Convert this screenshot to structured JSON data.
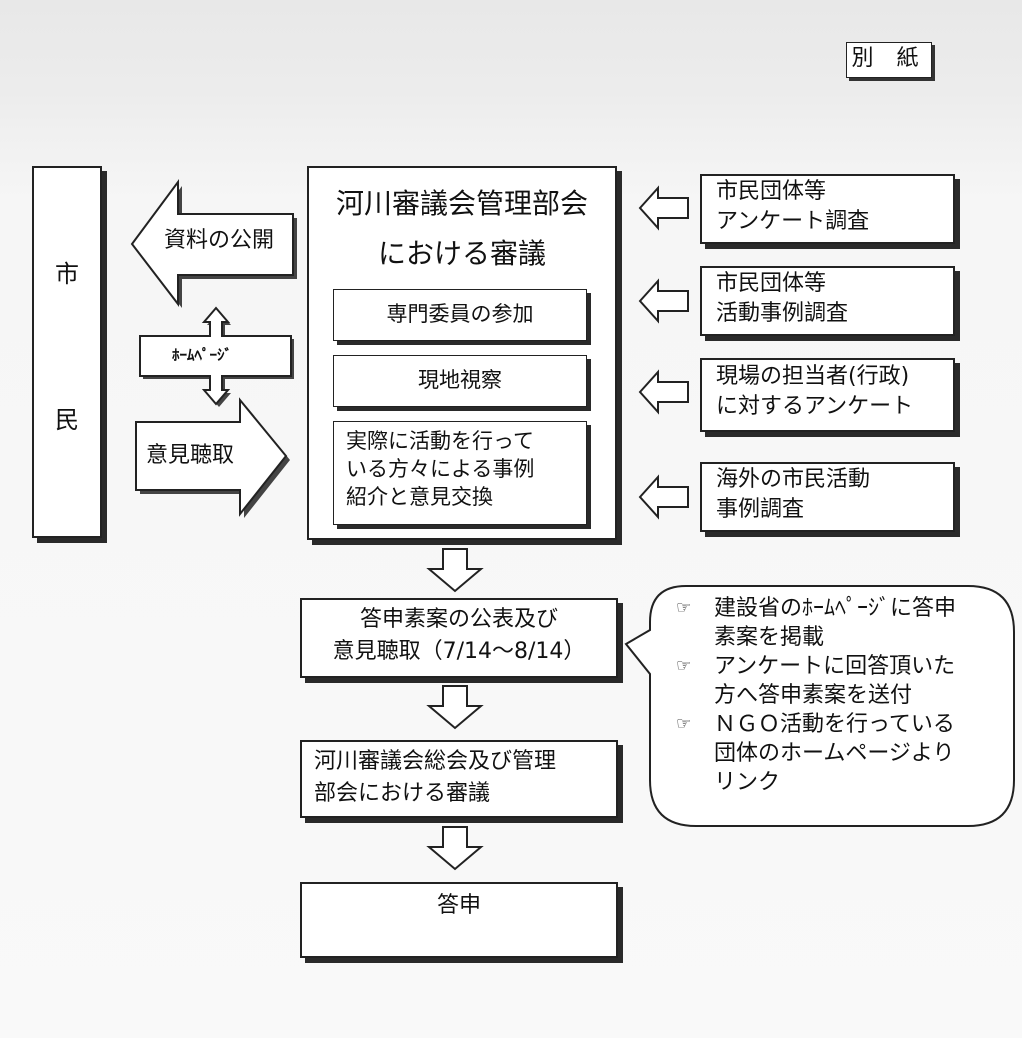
{
  "header": {
    "appendix_label": "別 紙"
  },
  "citizen": {
    "char1": "市",
    "char2": "民"
  },
  "left_arrows": {
    "disclosure": "資料の公開",
    "homepage": "ﾎｰﾑﾍﾟｰｼﾞ",
    "hearing": "意見聴取"
  },
  "council": {
    "title_line1": "河川審議会管理部会",
    "title_line2": "における審議",
    "item1": "専門委員の参加",
    "item2": "現地視察",
    "item3_lines": [
      "実際に活動を行って",
      "いる方々による事例",
      "紹介と意見交換"
    ]
  },
  "surveys": [
    {
      "lines": [
        "市民団体等",
        "アンケート調査"
      ]
    },
    {
      "lines": [
        "市民団体等",
        "活動事例調査"
      ]
    },
    {
      "lines": [
        "現場の担当者(行政)",
        "に対するアンケート"
      ]
    },
    {
      "lines": [
        "海外の市民活動",
        "事例調査"
      ]
    }
  ],
  "flow": {
    "draft_lines": [
      "答申素案の公表及び",
      "意見聴取（7/14〜8/14）"
    ],
    "general_lines": [
      "河川審議会総会及び管理",
      "部会における審議"
    ],
    "final": "答申"
  },
  "callout": {
    "bullet_symbol": "☞",
    "items": [
      {
        "lines": [
          "建設省のﾎｰﾑﾍﾟｰｼﾞに答申",
          "素案を掲載"
        ]
      },
      {
        "lines": [
          "アンケートに回答頂いた",
          "方へ答申素案を送付"
        ]
      },
      {
        "lines": [
          "ＮＧＯ活動を行っている",
          "団体のホームページより",
          "リンク"
        ]
      }
    ]
  }
}
